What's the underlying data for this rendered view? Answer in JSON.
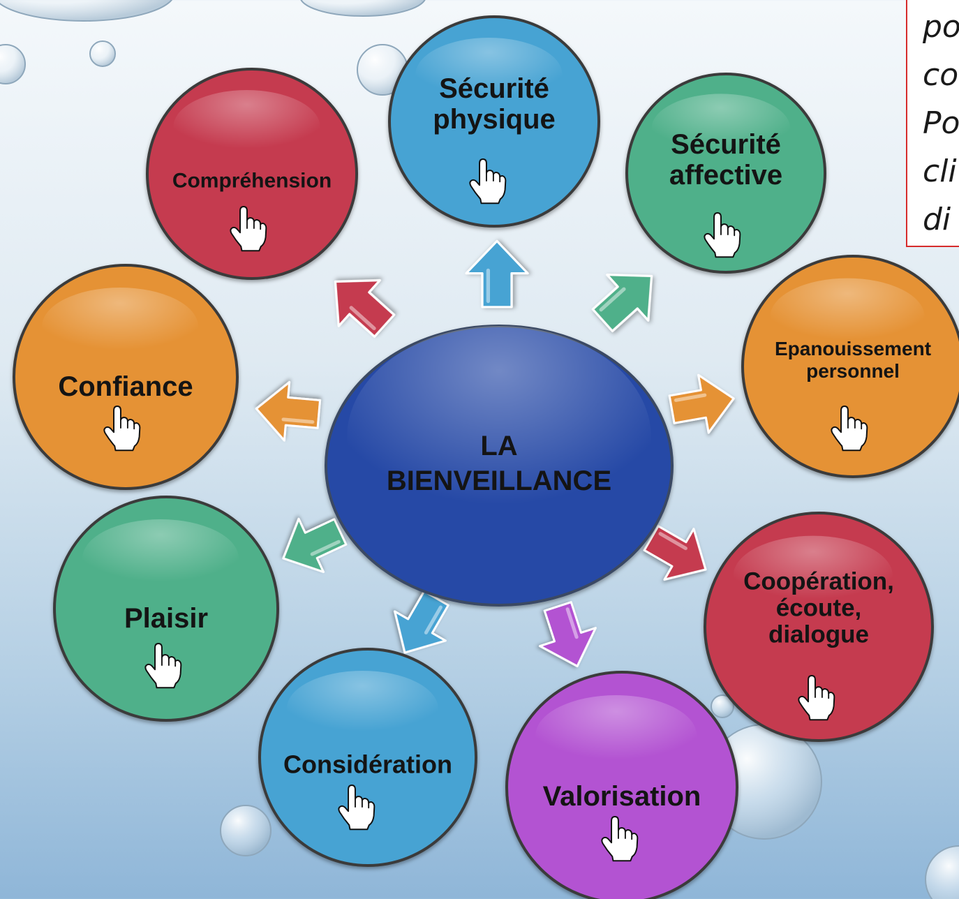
{
  "center": {
    "line1": "LA",
    "line2": "BIENVEILLANCE",
    "color": "#2549a6"
  },
  "nodes": [
    {
      "id": "securite-physique",
      "lines": [
        "Sécurité",
        "physique"
      ],
      "color": "#47a3d3"
    },
    {
      "id": "securite-affective",
      "lines": [
        "Sécurité",
        "affective"
      ],
      "color": "#50b08a"
    },
    {
      "id": "epanouissement-personnel",
      "lines": [
        "Epanouissement",
        "personnel"
      ],
      "color": "#e59234"
    },
    {
      "id": "cooperation",
      "lines": [
        "Coopération,",
        "écoute,",
        "dialogue"
      ],
      "color": "#c53b4f"
    },
    {
      "id": "valorisation",
      "lines": [
        "Valorisation"
      ],
      "color": "#b353d2"
    },
    {
      "id": "consideration",
      "lines": [
        "Considération"
      ],
      "color": "#47a3d3"
    },
    {
      "id": "plaisir",
      "lines": [
        "Plaisir"
      ],
      "color": "#50b08a"
    },
    {
      "id": "confiance",
      "lines": [
        "Confiance"
      ],
      "color": "#e59234"
    },
    {
      "id": "comprehension",
      "lines": [
        "Compréhension"
      ],
      "color": "#c53b4f"
    }
  ],
  "arrows": [
    {
      "target": "securite-physique",
      "color": "#47a3d3"
    },
    {
      "target": "securite-affective",
      "color": "#50b08a"
    },
    {
      "target": "epanouissement-personnel",
      "color": "#e59234"
    },
    {
      "target": "cooperation",
      "color": "#c53b4f"
    },
    {
      "target": "valorisation",
      "color": "#b353d2"
    },
    {
      "target": "consideration",
      "color": "#47a3d3"
    },
    {
      "target": "plaisir",
      "color": "#50b08a"
    },
    {
      "target": "confiance",
      "color": "#e59234"
    },
    {
      "target": "comprehension",
      "color": "#c53b4f"
    }
  ],
  "instruction_box": {
    "lines": [
      "po",
      "co",
      "Po",
      "cli",
      "di"
    ]
  },
  "icons": {
    "node_hand": "hand-pointer-icon"
  }
}
